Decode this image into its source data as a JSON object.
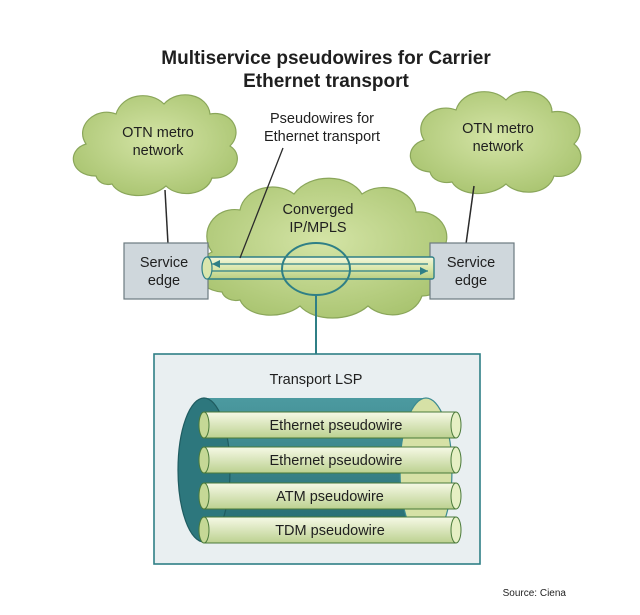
{
  "diagram": {
    "title_line1": "Multiservice pseudowires for Carrier",
    "title_line2": "Ethernet transport",
    "left_cloud": {
      "line1": "OTN metro",
      "line2": "network"
    },
    "right_cloud": {
      "line1": "OTN metro",
      "line2": "network"
    },
    "core_cloud": {
      "line1": "Converged",
      "line2": "IP/MPLS"
    },
    "callout": {
      "line1": "Pseudowires for",
      "line2": "Ethernet transport"
    },
    "left_edge": {
      "line1": "Service",
      "line2": "edge"
    },
    "right_edge": {
      "line1": "Service",
      "line2": "edge"
    },
    "lsp_box_title": "Transport LSP",
    "pseudowires": [
      "Ethernet pseudowire",
      "Ethernet pseudowire",
      "ATM pseudowire",
      "TDM pseudowire"
    ],
    "source": "Source: Ciena",
    "colors": {
      "cloud_fill": "#b5ce7f",
      "cloud_stroke": "#7f9a4f",
      "edge_box_fill": "#cfd7dc",
      "lsp_panel_fill": "#e9eff1",
      "lsp_panel_stroke": "#2f7f86",
      "teal": "#2f7f86",
      "tube_fill": "#e1ebb8"
    }
  }
}
